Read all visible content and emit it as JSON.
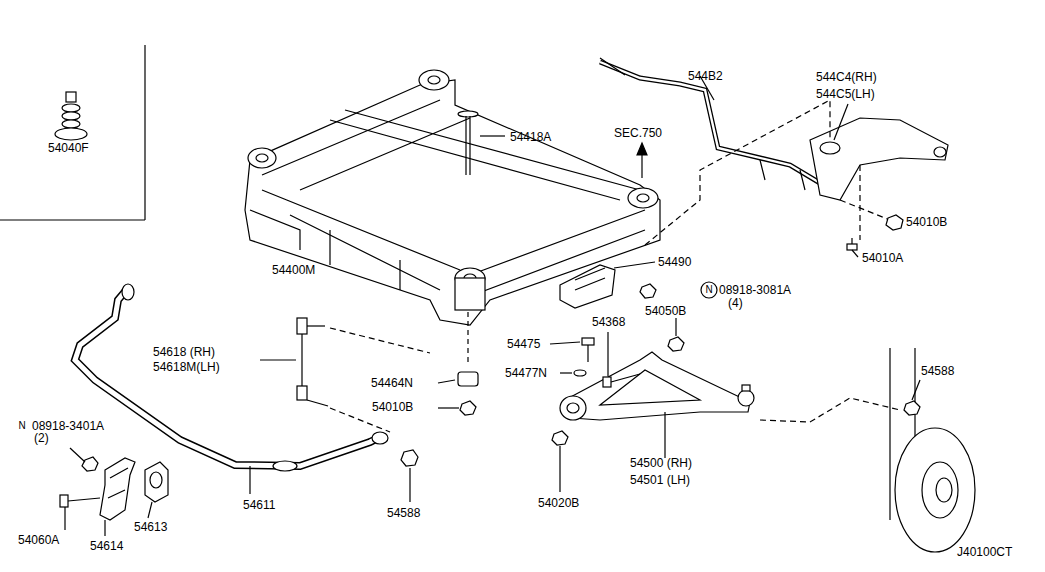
{
  "diagram": {
    "labels": [
      "54040F",
      "54400M",
      "54418A",
      "SEC.750",
      "544B2",
      "544C4(RH)",
      "544C5(LH)",
      "54010B",
      "54010A",
      "54490",
      "N",
      "08918-3081A",
      "(4)",
      "54050B",
      "54368",
      "54475",
      "54477N",
      "54464N",
      "54010B",
      "54618 (RH)",
      "54618M(LH)",
      "N",
      "08918-3401A",
      "(2)",
      "54060A",
      "54614",
      "54613",
      "54611",
      "54588",
      "54020B",
      "54500 (RH)",
      "54501 (LH)",
      "54588",
      "J40100CT"
    ]
  }
}
